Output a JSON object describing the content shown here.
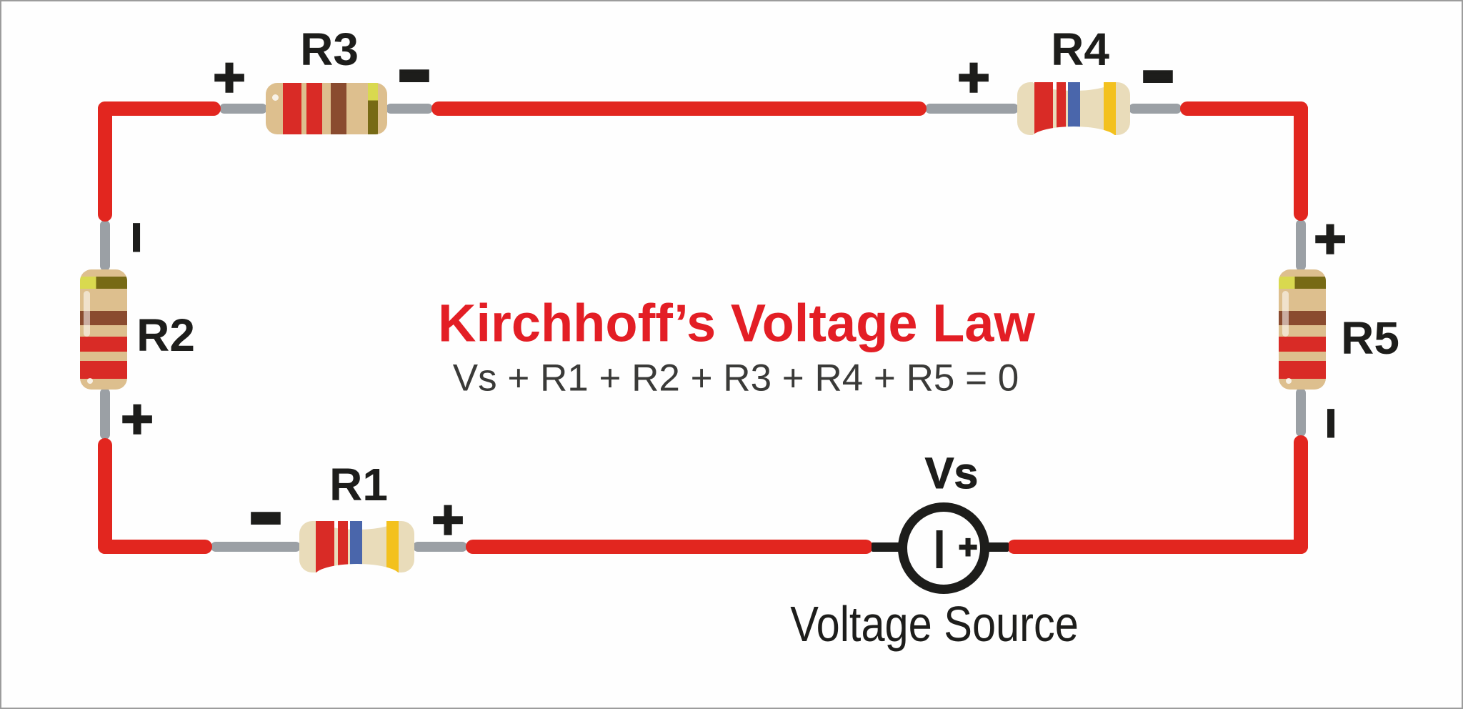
{
  "title": {
    "text": "Kirchhoff’s Voltage Law"
  },
  "equation": {
    "text": "Vs + R1 + R2 + R3 + R4 + R5 = 0"
  },
  "resistors": {
    "r1": {
      "label": "R1",
      "left_sign": "−",
      "right_sign": "+",
      "bands": [
        "red",
        "red",
        "blue",
        "yellow"
      ]
    },
    "r2": {
      "label": "R2",
      "top_sign": "I",
      "bottom_sign": "+",
      "bands": [
        "gold",
        "brown",
        "red",
        "red"
      ]
    },
    "r3": {
      "label": "R3",
      "left_sign": "+",
      "right_sign": "−",
      "bands": [
        "red",
        "red",
        "brown",
        "gold"
      ]
    },
    "r4": {
      "label": "R4",
      "left_sign": "+",
      "right_sign": "−",
      "bands": [
        "red",
        "red",
        "blue",
        "yellow"
      ]
    },
    "r5": {
      "label": "R5",
      "top_sign": "+",
      "bottom_sign": "I",
      "bands": [
        "gold",
        "brown",
        "red",
        "red"
      ]
    }
  },
  "voltage_source": {
    "label": "Vs",
    "caption": "Voltage Source",
    "negative_terminal": "|",
    "positive_terminal": "+"
  },
  "colors": {
    "wire_red": "#e2261f",
    "lead_gray": "#9ba0a5",
    "ink_black": "#1d1d1b",
    "title_red": "#e31e25",
    "text_dark": "#3a3a38",
    "body_tan": "#ddbf8e",
    "body_cream": "#e9dcba",
    "band_red": "#d92b26",
    "band_brown": "#8a4b2f",
    "band_blue": "#4a66ab",
    "band_yellow": "#f3c11e",
    "band_gold_bright": "#d9d94f",
    "band_gold_dark": "#776a15"
  }
}
